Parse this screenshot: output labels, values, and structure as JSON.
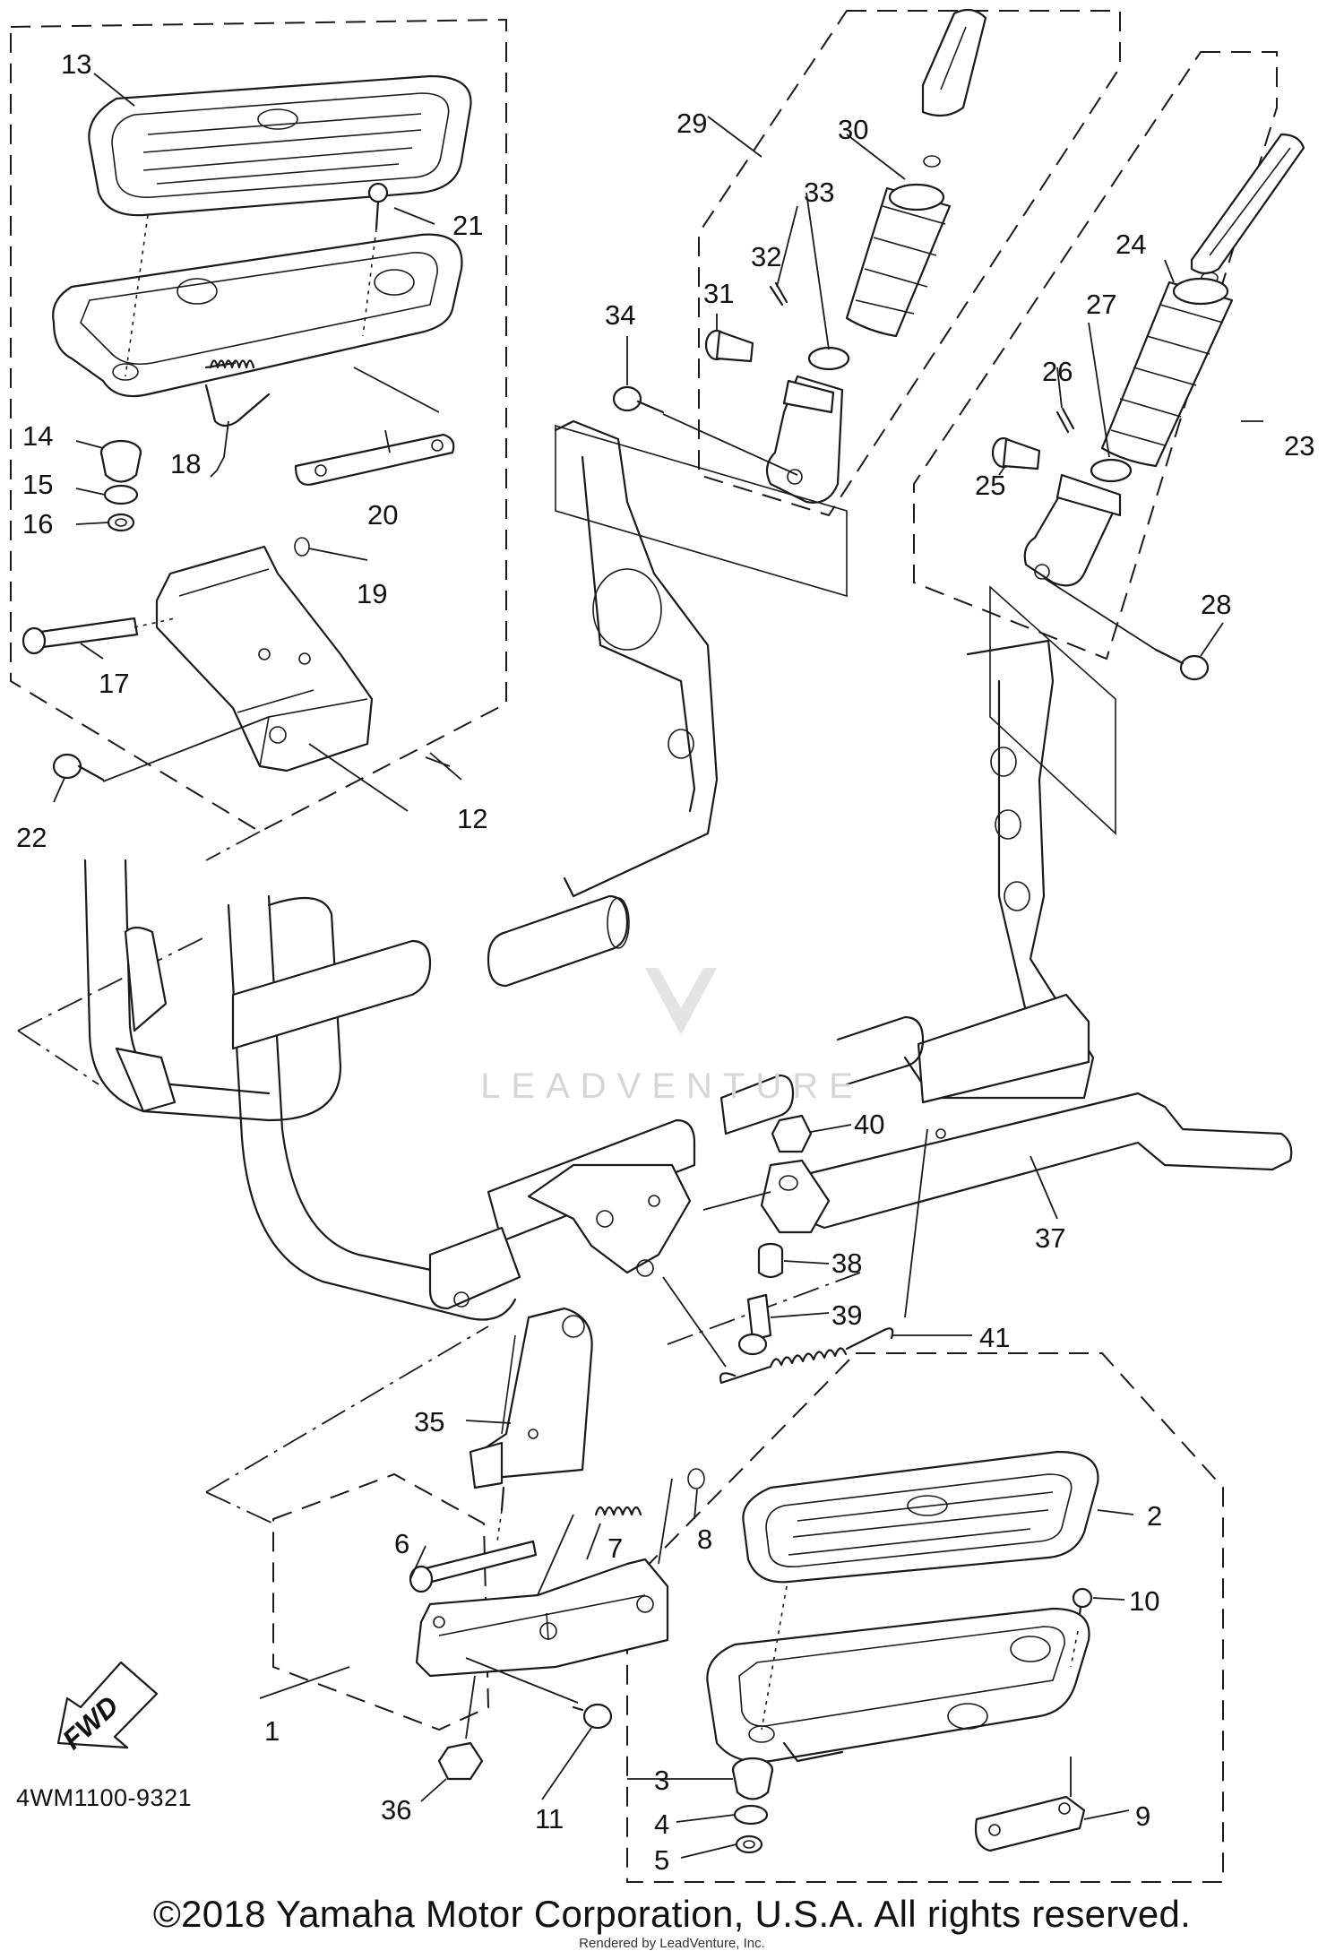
{
  "diagram_code": "4WM1100-9321",
  "copyright": "©2018 Yamaha Motor Corporation, U.S.A. All rights reserved.",
  "rendered_by": "Rendered by LeadVenture, Inc.",
  "watermark": "LEADVENTURE",
  "fwd_label": "FWD",
  "callouts": [
    "1",
    "2",
    "3",
    "4",
    "5",
    "6",
    "7",
    "8",
    "9",
    "10",
    "11",
    "12",
    "13",
    "14",
    "15",
    "16",
    "17",
    "18",
    "19",
    "20",
    "21",
    "22",
    "23",
    "24",
    "25",
    "26",
    "27",
    "28",
    "29",
    "30",
    "31",
    "32",
    "33",
    "34",
    "35",
    "36",
    "37",
    "38",
    "39",
    "40",
    "41"
  ]
}
